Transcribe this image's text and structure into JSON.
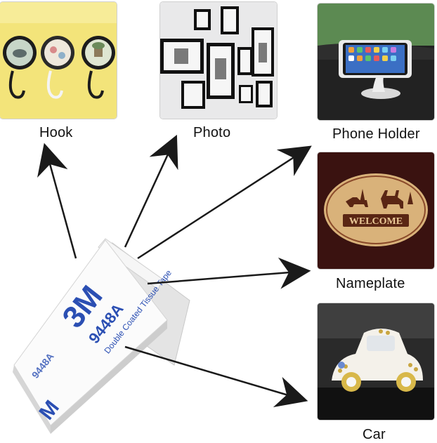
{
  "labels": {
    "hook": "Hook",
    "photo": "Photo",
    "phone_holder": "Phone Holder",
    "nameplate": "Nameplate",
    "car": "Car"
  },
  "product": {
    "brand": "3M",
    "model": "9448A",
    "description": "Double Coated Tissue Tape",
    "model_short": "9448A"
  },
  "nameplate_sign": {
    "text": "WELCOME"
  },
  "colors": {
    "brand_blue": "#2b4fb3",
    "arrow": "#1a1a1a",
    "hook_bg": "#f3e47a",
    "nameplate_bg": "#3a1210",
    "wood": "#d9b27a"
  }
}
